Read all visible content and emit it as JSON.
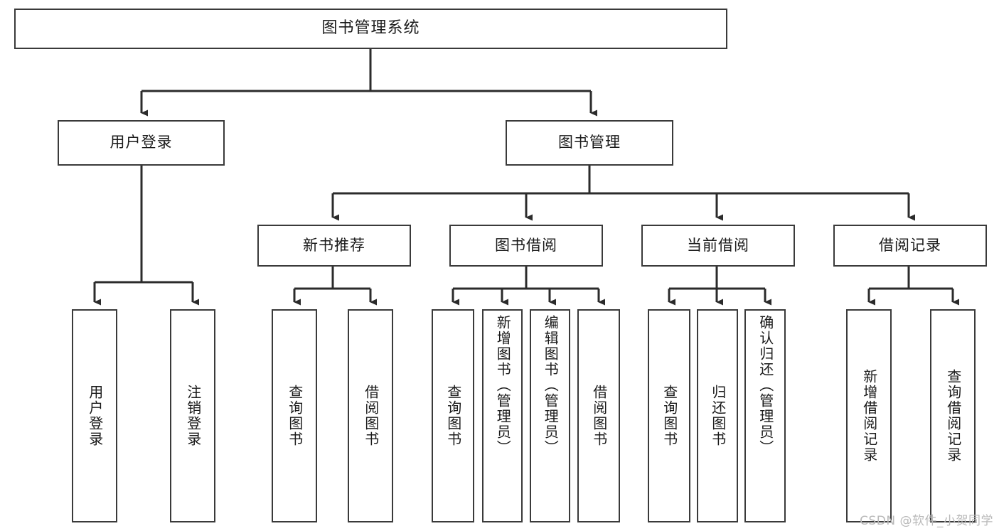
{
  "diagram": {
    "type": "tree-hierarchy",
    "title": "图书管理系统",
    "watermark": "CSDN @软件_小贺同学",
    "colors": {
      "box_border": "#3a3a3a",
      "box_fill": "#ffffff",
      "connector": "#2b2b2b",
      "text": "#1a1a1a",
      "watermark": "#b9b9b9"
    },
    "root": {
      "label": "图书管理系统"
    },
    "level2": [
      {
        "label": "用户登录"
      },
      {
        "label": "图书管理"
      }
    ],
    "level3": [
      {
        "label": "新书推荐"
      },
      {
        "label": "图书借阅"
      },
      {
        "label": "当前借阅"
      },
      {
        "label": "借阅记录"
      }
    ],
    "leaves": {
      "user_login": [
        {
          "label": "用户登录"
        },
        {
          "label": "注销登录"
        }
      ],
      "new_book": [
        {
          "label": "查询图书"
        },
        {
          "label": "借阅图书"
        }
      ],
      "book_borrow": [
        {
          "label": "查询图书"
        },
        {
          "label": "新增图书（管理员）"
        },
        {
          "label": "编辑图书（管理员）"
        },
        {
          "label": "借阅图书"
        }
      ],
      "current_borrow": [
        {
          "label": "查询图书"
        },
        {
          "label": "归还图书"
        },
        {
          "label": "确认归还（管理员）"
        }
      ],
      "borrow_record": [
        {
          "label": "新增借阅记录"
        },
        {
          "label": "查询借阅记录"
        }
      ]
    }
  }
}
